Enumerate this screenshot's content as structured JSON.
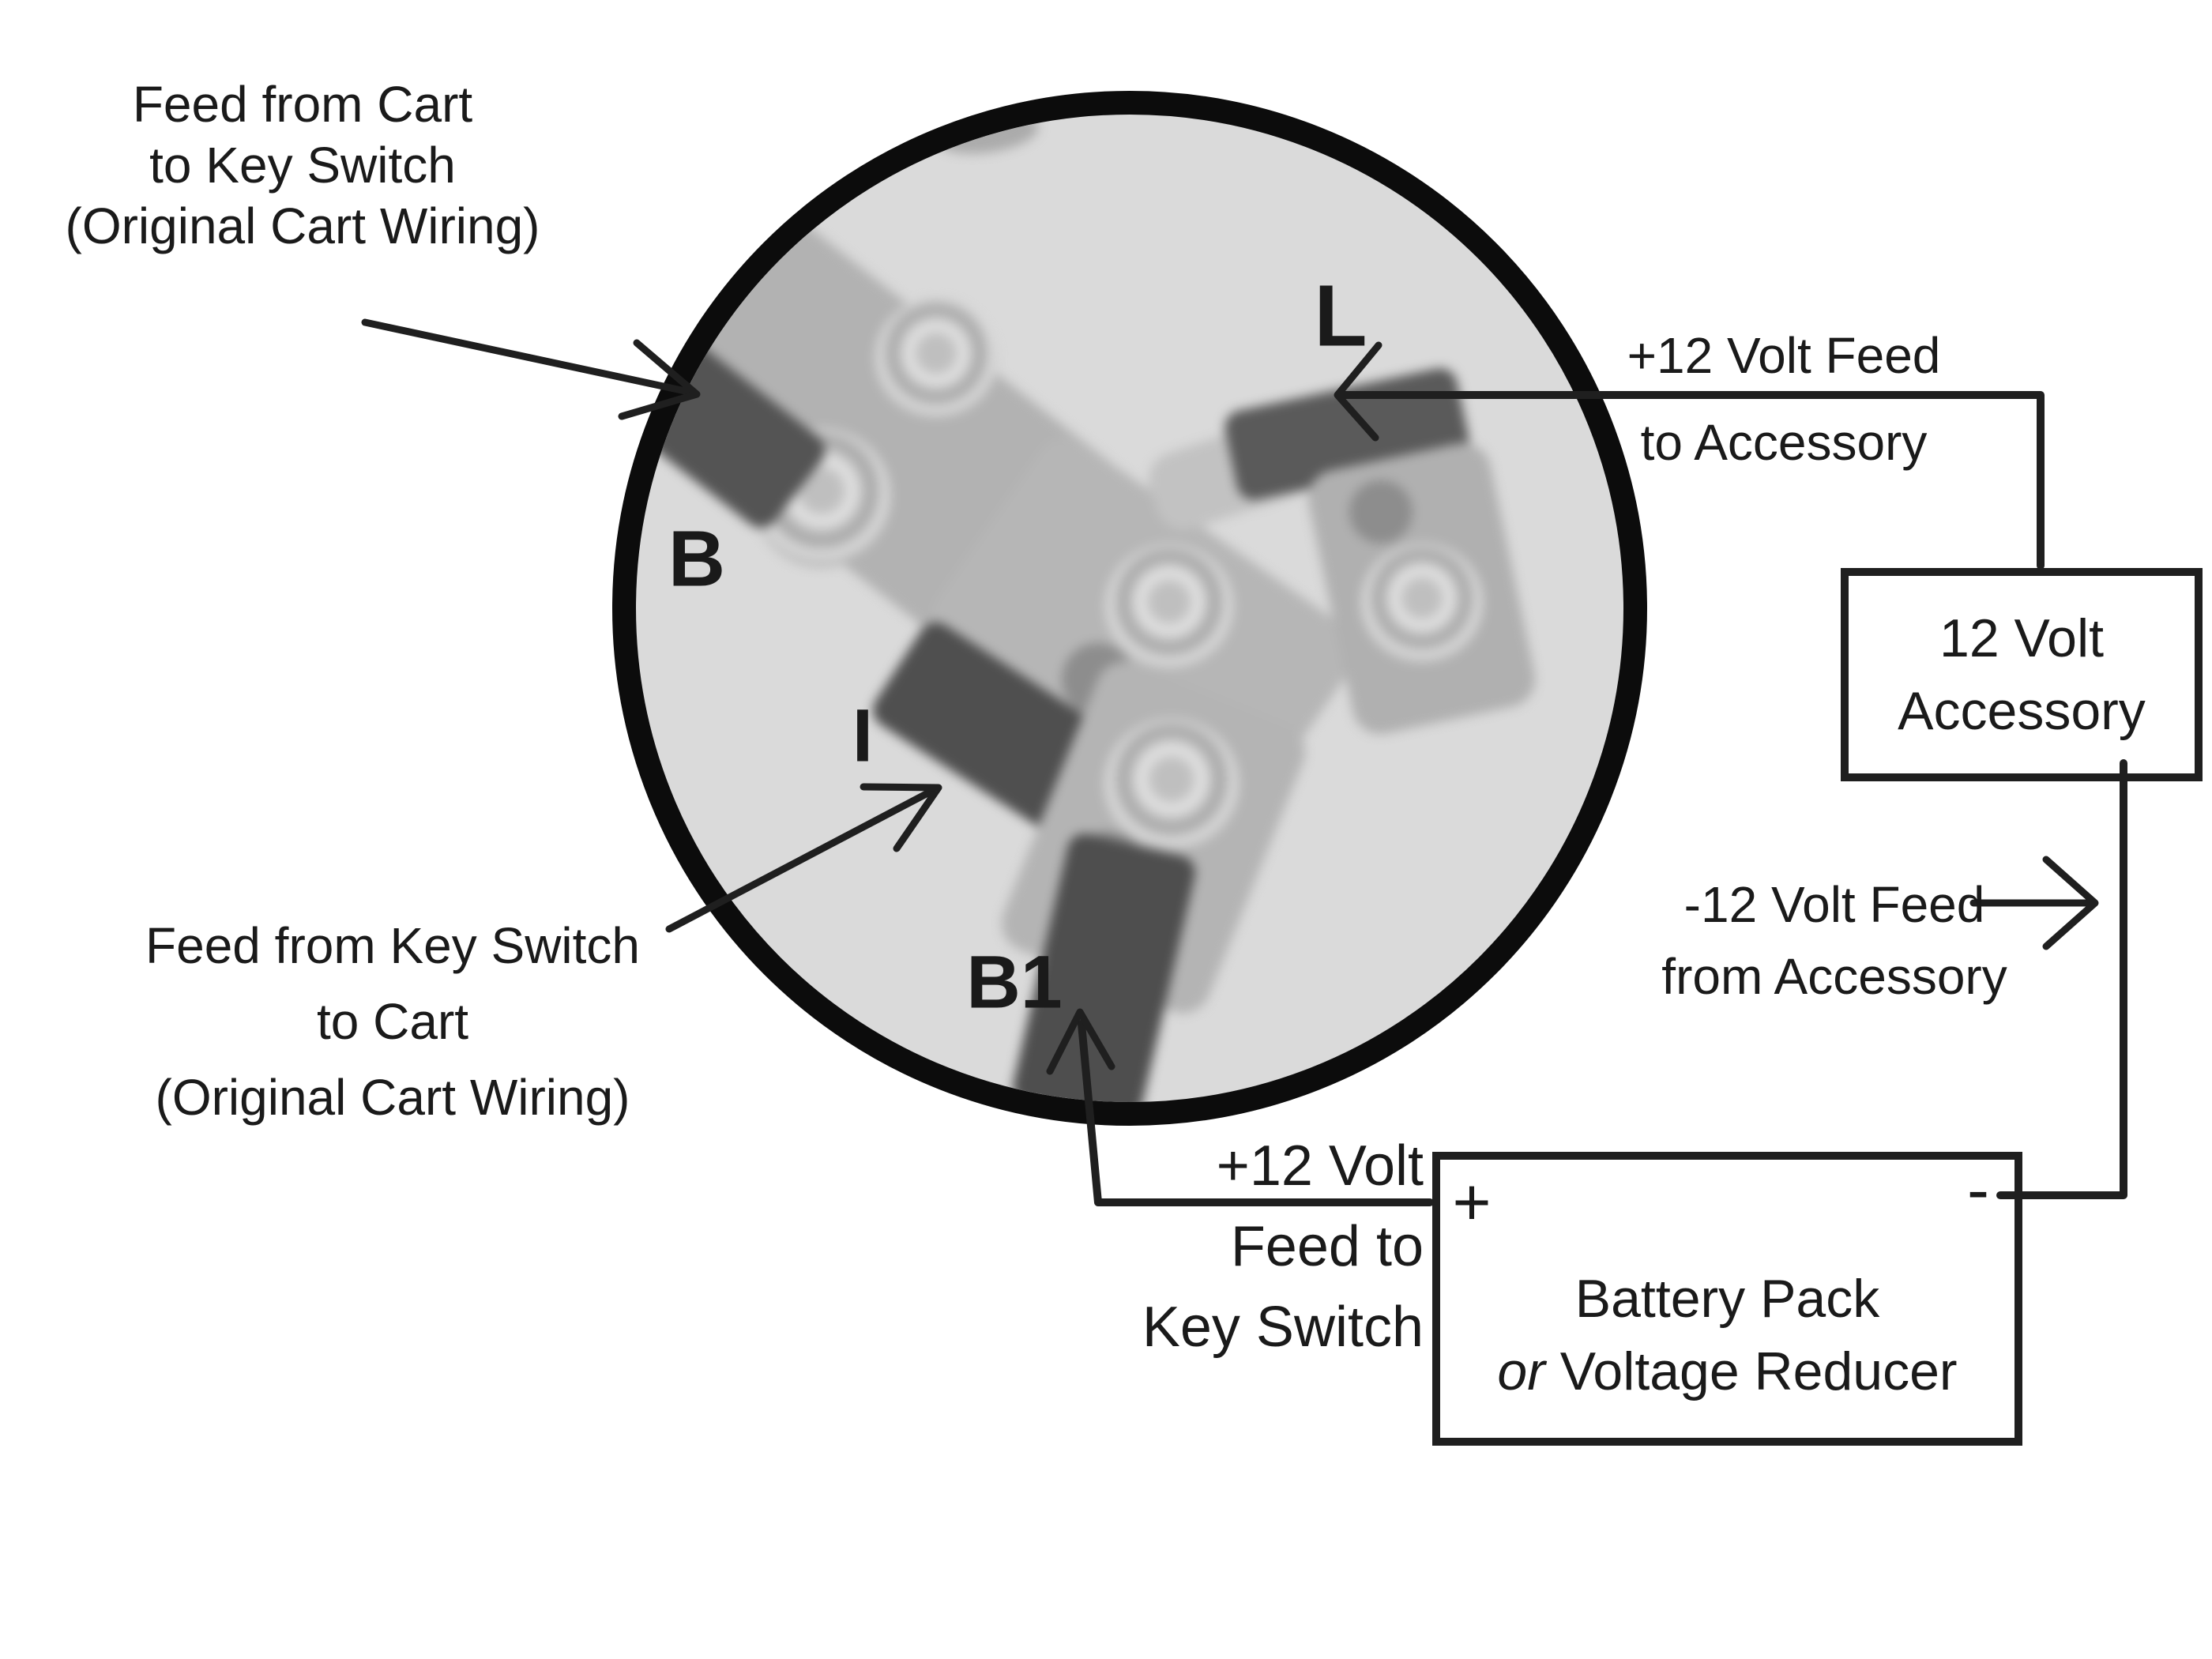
{
  "colors": {
    "ink": "#1f1f1f",
    "circle_border": "#0c0c0c",
    "photo_background": "#dadada",
    "bracket_metal": "#b2b2b2",
    "terminal_tab": "#545454"
  },
  "annotations": {
    "feed_from_cart": {
      "lines": [
        "Feed from Cart",
        "to Key Switch",
        "(Original Cart Wiring)"
      ]
    },
    "plus12_to_accessory": {
      "lines": [
        "+12 Volt Feed",
        "to Accessory"
      ]
    },
    "minus12_from_accessory": {
      "lines": [
        "-12 Volt Feed",
        "from Accessory"
      ]
    },
    "feed_from_key_switch": {
      "lines": [
        "Feed from Key Switch",
        "to Cart",
        "(Original Cart Wiring)"
      ]
    },
    "plus12_to_key_switch": {
      "lines": [
        "+12 Volt",
        "Feed to",
        "Key Switch"
      ]
    }
  },
  "terminals": {
    "b": "B",
    "i": "I",
    "l": "L",
    "b1": "B1"
  },
  "boxes": {
    "accessory": {
      "lines": [
        "12 Volt",
        "Accessory"
      ]
    },
    "battery": {
      "line1": "Battery Pack",
      "line2_em": "or",
      "line2_rest": " Voltage Reducer"
    }
  },
  "symbols": {
    "plus": "+",
    "minus": "-"
  }
}
